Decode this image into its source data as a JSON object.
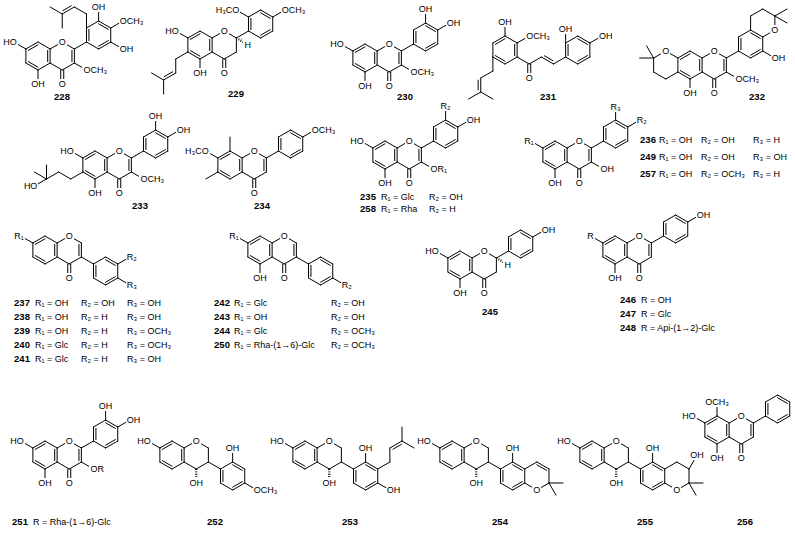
{
  "diagram": {
    "labels": [
      "OH",
      "OCH₃",
      "HO",
      "OH",
      "O",
      "OCH₃",
      "OH",
      "O",
      "228",
      "H₃CO",
      "OCH₃",
      "HO",
      "O",
      "H",
      "OH",
      "O",
      "229",
      "OH",
      "OH",
      "HO",
      "O",
      "OCH₃",
      "OH",
      "O",
      "230",
      "OH",
      "OCH₃",
      "OH",
      "OH",
      "O",
      "231",
      "O",
      "O",
      "O",
      "OH",
      "OCH₃",
      "OH",
      "O",
      "232",
      "OH",
      "OH",
      "HO",
      "O",
      "HO",
      "OCH₃",
      "OH",
      "O",
      "233",
      "OCH₃",
      "H₃CO",
      "O",
      "O",
      "234",
      "R₂",
      "OH",
      "HO",
      "O",
      "OR₁",
      "OH",
      "O",
      "235",
      "R₁ = Glc",
      "R₂ = OH",
      "258",
      "R₁ = Rha",
      "R₂ = H",
      "R₃",
      "R₂",
      "R₁",
      "O",
      "OH",
      "OH",
      "O",
      "236",
      "R₁ = OH",
      "R₂ = OH",
      "R₃ = H",
      "249",
      "R₁ = OH",
      "R₂ = OH",
      "R₃ = OH",
      "257",
      "R₁ = OH",
      "R₂ = OCH₃",
      "R₃ = H",
      "R₁",
      "O",
      "R₂",
      "R₃",
      "O",
      "237",
      "R₁ = OH",
      "R₂ = OH",
      "R₃ = OH",
      "238",
      "R₁ = OH",
      "R₂ = H",
      "R₃ = OH",
      "239",
      "R₁ = OH",
      "R₂ = H",
      "R₃ = OCH₃",
      "240",
      "R₁ = Glc",
      "R₂ = H",
      "R₃ = OCH₃",
      "241",
      "R₁ = Glc",
      "R₂ = H",
      "R₃ = OH",
      "R₁",
      "O",
      "R₂",
      "OH",
      "O",
      "242",
      "R₁ = Glc",
      "R₂ = OH",
      "243",
      "R₁ = OH",
      "R₂ = OH",
      "244",
      "R₁ = Glc",
      "R₂ = OCH₃",
      "250",
      "R₁ = Rha-(1→6)-Glc",
      "R₂ = OCH₃",
      "OH",
      "HO",
      "O",
      "H",
      "OH",
      "O",
      "245",
      "OH",
      "R",
      "O",
      "OH",
      "O",
      "246",
      "R = OH",
      "247",
      "R = Glc",
      "248",
      "R = Api-(1→2)-Glc",
      "OH",
      "OH",
      "HO",
      "O",
      "OR",
      "OH",
      "O",
      "251",
      "R = Rha-(1→6)-Glc",
      "HO",
      "O",
      "OH",
      "OH",
      "OCH₃",
      "252",
      "HO",
      "O",
      "OH",
      "OH",
      "OH",
      "253",
      "HO",
      "O",
      "OH",
      "OH",
      "O",
      "254",
      "HO",
      "O",
      "OH",
      "OH",
      "OH",
      "O",
      "255",
      "OCH₃",
      "HO",
      "O",
      "OH",
      "O",
      "256"
    ]
  }
}
